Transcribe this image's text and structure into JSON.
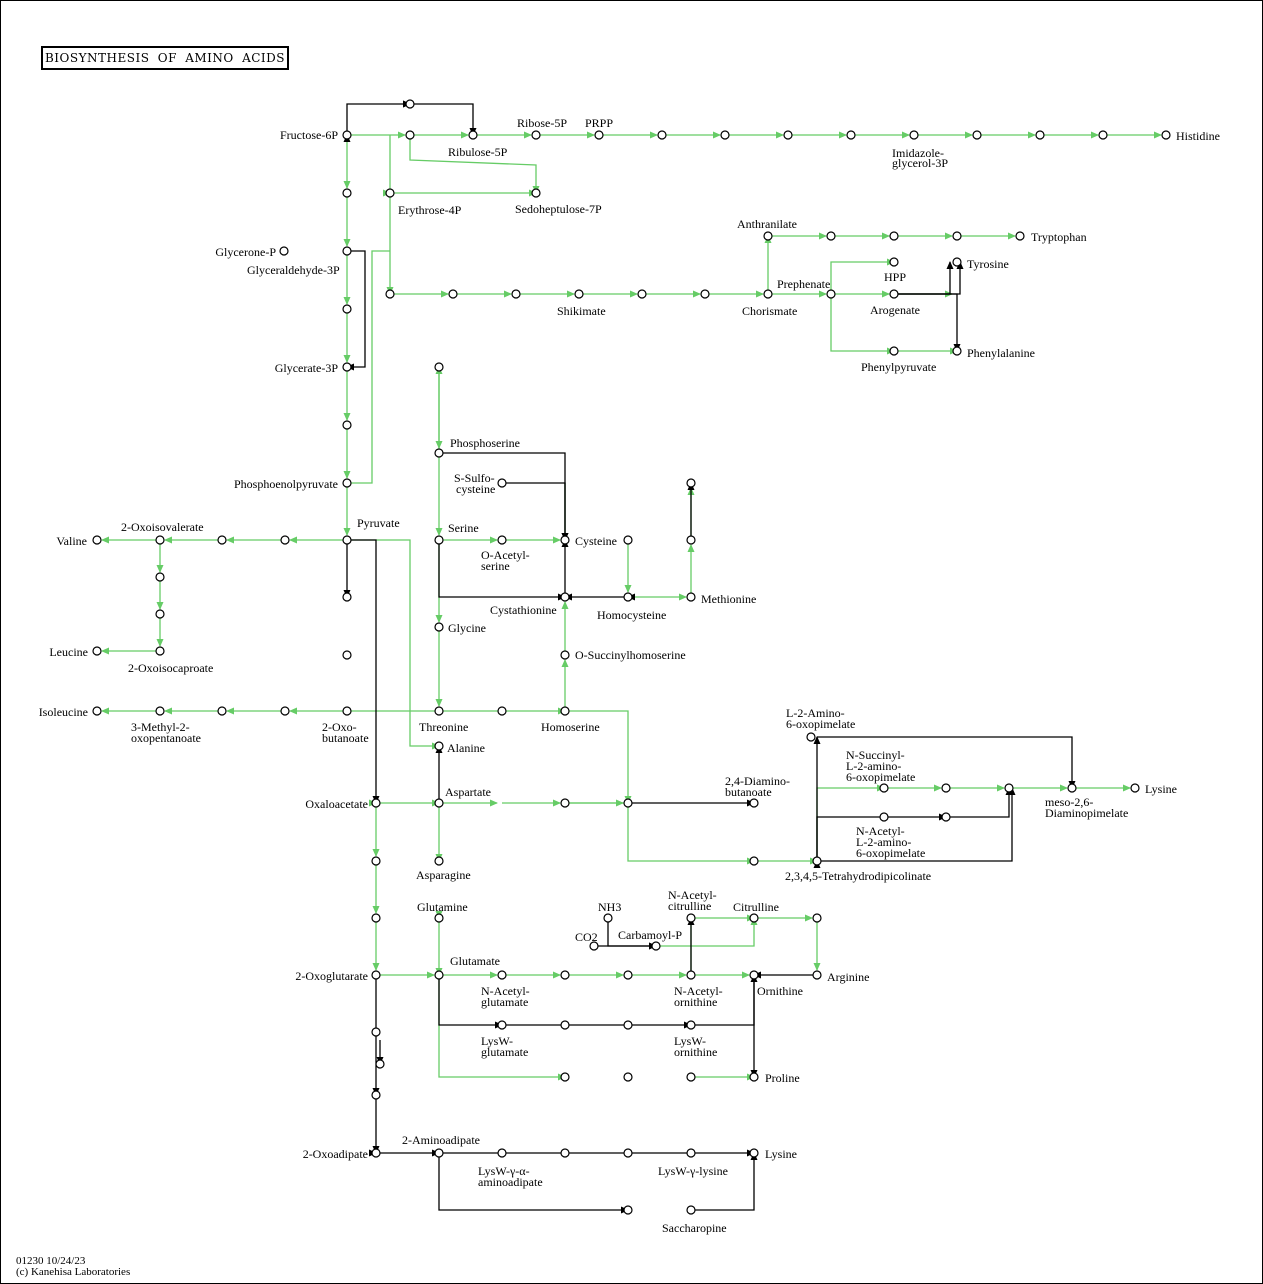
{
  "title": "BIOSYNTHESIS OF AMINO ACIDS",
  "footer": {
    "map_id": "01230 10/24/23",
    "copyright": "(c) Kanehisa Laboratories"
  },
  "colors": {
    "green": "#66cc66",
    "black": "#000000"
  },
  "labels": [
    "Fructose-6P",
    "Ribose-5P",
    "PRPP",
    "Ribulose-5P",
    "Erythrose-4P",
    "Sedoheptulose-7P",
    "Histidine",
    "Imidazole-",
    "glycerol-3P",
    "Glycerone-P",
    "Glyceraldehyde-3P",
    "Anthranilate",
    "Tryptophan",
    "Tyrosine",
    "HPP",
    "Prephenate",
    "Arogenate",
    "Shikimate",
    "Chorismate",
    "Phenylalanine",
    "Phenylpyruvate",
    "Glycerate-3P",
    "Phosphoserine",
    "S-Sulfo-",
    "cysteine",
    "Phosphoenolpyruvate",
    "2-Oxoisovalerate",
    "Valine",
    "Pyruvate",
    "Serine",
    "Cysteine",
    "O-Acetyl-",
    "serine",
    "Methionine",
    "Cystathionine",
    "Homocysteine",
    "Glycine",
    "O-Succinylhomoserine",
    "Leucine",
    "2-Oxoisocaproate",
    "Isoleucine",
    "3-Methyl-2-",
    "oxopentanoate",
    "2-Oxo-",
    "butanoate",
    "Threonine",
    "Homoserine",
    "L-2-Amino-",
    "6-oxopimelate",
    "Alanine",
    "2,4-Diamino-",
    "butanoate",
    "N-Succinyl-",
    "L-2-amino-",
    "6-oxopimelate",
    "Aspartate",
    "Oxaloacetate",
    "Lysine",
    "meso-2,6-",
    "Diaminopimelate",
    "N-Acetyl-",
    "L-2-amino-",
    "6-oxopimelate",
    "2,3,4,5-Tetrahydrodipicolinate",
    "Asparagine",
    "N-Acetyl-",
    "citrulline",
    "Glutamine",
    "NH3",
    "Citrulline",
    "Carbamoyl-P",
    "CO2",
    "Glutamate",
    "2-Oxoglutarate",
    "Arginine",
    "N-Acetyl-",
    "glutamate",
    "N-Acetyl-",
    "ornithine",
    "Ornithine",
    "LysW-",
    "glutamate",
    "LysW-",
    "ornithine",
    "Proline",
    "2-Aminoadipate",
    "2-Oxoadipate",
    "Lysine",
    "LysW-γ-α-",
    "aminoadipate",
    "LysW-γ-lysine",
    "Saccharopine"
  ]
}
